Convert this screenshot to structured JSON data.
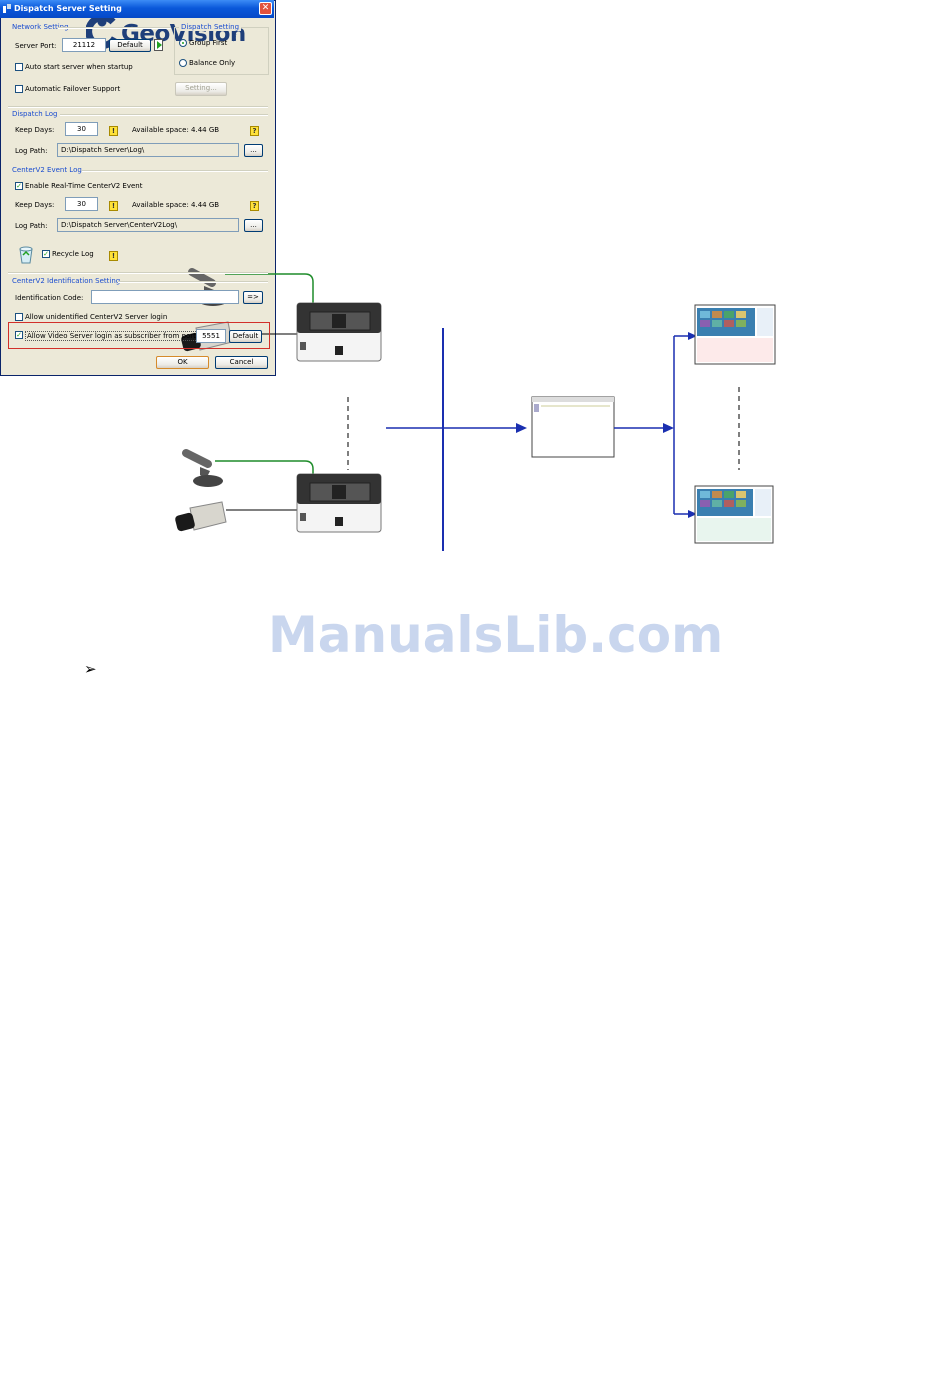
{
  "logo": {
    "text": "GeoVision"
  },
  "watermark": "ManualsLib.com",
  "bullet": "➢",
  "dialog": {
    "title": "Dispatch Server Setting",
    "close_icon": "close-icon",
    "network": {
      "title": "Network Setting",
      "server_port_label": "Server Port:",
      "server_port_value": "21112",
      "default_label": "Default",
      "auto_start_label": "Auto start server when startup",
      "failover_label": "Automatic Failover Support",
      "setting_label": "Setting..."
    },
    "dispatch": {
      "title": "Dispatch Setting",
      "group_first_label": "Group First",
      "balance_only_label": "Balance Only"
    },
    "dispatch_log": {
      "title": "Dispatch Log",
      "keep_days_label": "Keep Days:",
      "keep_days_value": "30",
      "available_label": "Available space: 4.44 GB",
      "log_path_label": "Log Path:",
      "log_path_value": "D:\\Dispatch Server\\Log\\",
      "browse_label": "..."
    },
    "centerv2_log": {
      "title": "CenterV2 Event Log",
      "enable_label": "Enable Real-Time CenterV2 Event",
      "keep_days_label": "Keep Days:",
      "keep_days_value": "30",
      "available_label": "Available space: 4.44 GB",
      "log_path_label": "Log Path:",
      "log_path_value": "D:\\Dispatch Server\\CenterV2Log\\",
      "browse_label": "...",
      "recycle_label": "Recycle Log"
    },
    "identification": {
      "title": "CenterV2 Identification Setting",
      "code_label": "Identification Code:",
      "code_value": "",
      "arrow_label": "=>",
      "allow_unidentified_label": "Allow unidentified CenterV2 Server login",
      "allow_video_label": "Allow Video Server login as subscriber from port:",
      "port_value": "5551",
      "default_label": "Default"
    },
    "ok_label": "OK",
    "cancel_label": "Cancel"
  },
  "colors": {
    "line_green": "#1e8c2a",
    "arrow_blue": "#1a2fb0",
    "title_blue": "#1f3f7a"
  }
}
